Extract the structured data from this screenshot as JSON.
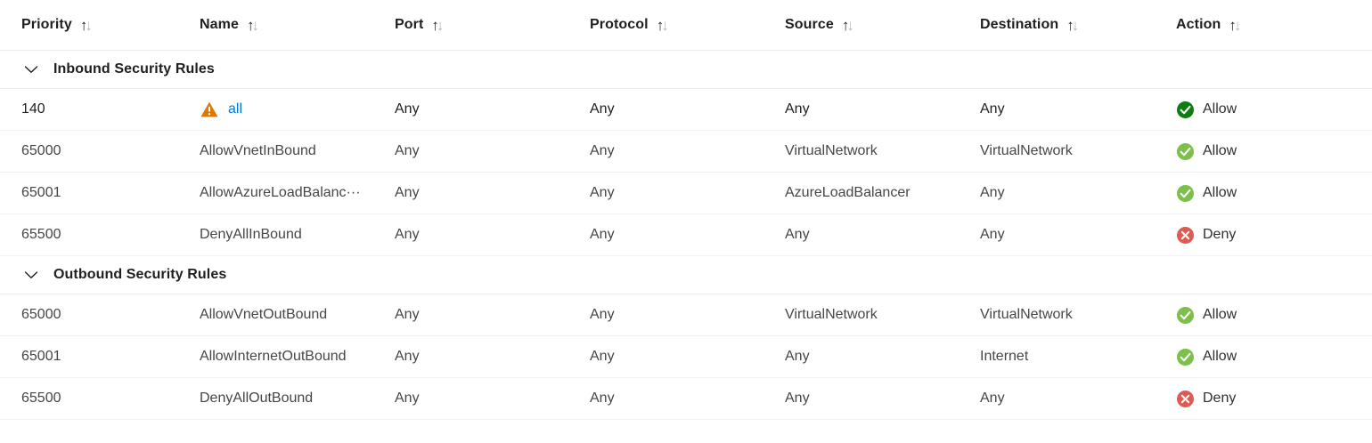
{
  "table": {
    "columns": [
      {
        "key": "priority",
        "label": "Priority",
        "sort_icon": "sort-arrows-icon"
      },
      {
        "key": "name",
        "label": "Name",
        "sort_icon": "sort-arrows-icon"
      },
      {
        "key": "port",
        "label": "Port",
        "sort_icon": "sort-arrows-icon"
      },
      {
        "key": "protocol",
        "label": "Protocol",
        "sort_icon": "sort-arrows-icon"
      },
      {
        "key": "source",
        "label": "Source",
        "sort_icon": "sort-arrows-icon"
      },
      {
        "key": "destination",
        "label": "Destination",
        "sort_icon": "sort-arrows-icon"
      },
      {
        "key": "action",
        "label": "Action",
        "sort_icon": "sort-arrows-icon"
      }
    ],
    "groups": [
      {
        "label": "Inbound Security Rules",
        "collapse_icon": "chevron-down-icon",
        "expanded": true,
        "rows": [
          {
            "priority": "140",
            "name": "all",
            "name_is_link": true,
            "name_icon": "warning-triangle-icon",
            "port": "Any",
            "protocol": "Any",
            "source": "Any",
            "destination": "Any",
            "action": "Allow",
            "action_icon": "check-circle-icon",
            "action_color": "#107c10",
            "emphasis": true
          },
          {
            "priority": "65000",
            "name": "AllowVnetInBound",
            "name_is_link": false,
            "name_icon": "",
            "port": "Any",
            "protocol": "Any",
            "source": "VirtualNetwork",
            "destination": "VirtualNetwork",
            "action": "Allow",
            "action_icon": "check-circle-icon",
            "action_color": "#7cc04b",
            "emphasis": false
          },
          {
            "priority": "65001",
            "name": "AllowAzureLoadBalanc···",
            "name_is_link": false,
            "name_icon": "",
            "port": "Any",
            "protocol": "Any",
            "source": "AzureLoadBalancer",
            "destination": "Any",
            "action": "Allow",
            "action_icon": "check-circle-icon",
            "action_color": "#7cc04b",
            "emphasis": false
          },
          {
            "priority": "65500",
            "name": "DenyAllInBound",
            "name_is_link": false,
            "name_icon": "",
            "port": "Any",
            "protocol": "Any",
            "source": "Any",
            "destination": "Any",
            "action": "Deny",
            "action_icon": "error-circle-icon",
            "action_color": "#e05a52",
            "emphasis": false
          }
        ]
      },
      {
        "label": "Outbound Security Rules",
        "collapse_icon": "chevron-down-icon",
        "expanded": true,
        "rows": [
          {
            "priority": "65000",
            "name": "AllowVnetOutBound",
            "name_is_link": false,
            "name_icon": "",
            "port": "Any",
            "protocol": "Any",
            "source": "VirtualNetwork",
            "destination": "VirtualNetwork",
            "action": "Allow",
            "action_icon": "check-circle-icon",
            "action_color": "#7cc04b",
            "emphasis": false
          },
          {
            "priority": "65001",
            "name": "AllowInternetOutBound",
            "name_is_link": false,
            "name_icon": "",
            "port": "Any",
            "protocol": "Any",
            "source": "Any",
            "destination": "Internet",
            "action": "Allow",
            "action_icon": "check-circle-icon",
            "action_color": "#7cc04b",
            "emphasis": false
          },
          {
            "priority": "65500",
            "name": "DenyAllOutBound",
            "name_is_link": false,
            "name_icon": "",
            "port": "Any",
            "protocol": "Any",
            "source": "Any",
            "destination": "Any",
            "action": "Deny",
            "action_icon": "error-circle-icon",
            "action_color": "#e05a52",
            "emphasis": false
          }
        ]
      }
    ]
  },
  "colors": {
    "link": "#0078d4",
    "warning": "#dd7800",
    "allow_strong": "#107c10",
    "allow_light": "#7cc04b",
    "deny": "#e05a52",
    "text": "#323130",
    "text_muted": "#484644",
    "divider": "#f3f2f1",
    "header_divider": "#edebe9"
  }
}
